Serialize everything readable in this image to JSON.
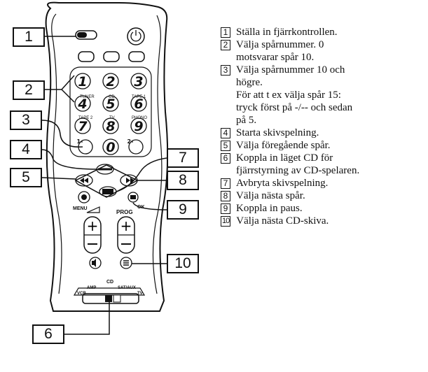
{
  "callouts": [
    "1",
    "2",
    "3",
    "4",
    "5",
    "6",
    "7",
    "8",
    "9",
    "10"
  ],
  "remote": {
    "button_labels": {
      "tuner": "TUNER",
      "cd": "CD",
      "tape1": "TAPE 1",
      "tape2": "TAPE 2",
      "tv": "TV",
      "phono": "PHONO",
      "menu": "MENU",
      "ok": "OK",
      "prog": "PROG",
      "mode_cd": "CD",
      "mode_amp": "AMP",
      "mode_sat": "SAT/AUX",
      "mode_vcr": "VCR",
      "mode_tv": "TV"
    },
    "digits": [
      "1",
      "2",
      "3",
      "4",
      "5",
      "6",
      "7",
      "8",
      "9",
      "0"
    ],
    "tens_key": "1-",
    "dash_key": "2-"
  },
  "legend": [
    {
      "num": "1",
      "text": "Ställa in fjärrkontrollen."
    },
    {
      "num": "2",
      "text": "Välja spårnummer. 0",
      "cont": [
        "motsvarar spår 10."
      ]
    },
    {
      "num": "3",
      "text": "Välja spårnummer 10 och",
      "cont": [
        "högre.",
        "För att t ex välja spår 15:",
        "tryck först på -/-- och sedan",
        "på 5."
      ]
    },
    {
      "num": "4",
      "text": "Starta skivspelning."
    },
    {
      "num": "5",
      "text": "Välja föregående spår."
    },
    {
      "num": "6",
      "text": "Koppla in läget CD för",
      "cont": [
        "fjärrstyrning av CD-spelaren."
      ]
    },
    {
      "num": "7",
      "text": "Avbryta skivspelning."
    },
    {
      "num": "8",
      "text": "Välja nästa spår."
    },
    {
      "num": "9",
      "text": "Koppla in paus."
    },
    {
      "num": "10",
      "text": "Välja nästa CD-skiva."
    }
  ]
}
